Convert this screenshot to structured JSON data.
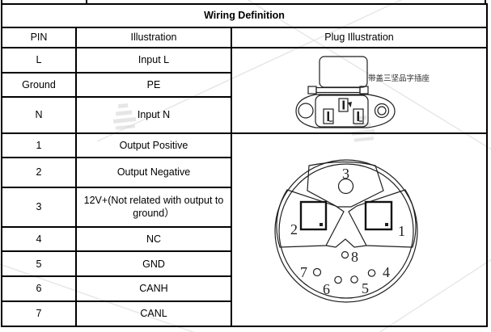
{
  "table": {
    "title": "Wiring Definition",
    "columns": [
      "PIN",
      "Illustration",
      "Plug Illustration"
    ],
    "rows": [
      {
        "pin": "L",
        "illustration": "Input L"
      },
      {
        "pin": "Ground",
        "illustration": "PE"
      },
      {
        "pin": "N",
        "illustration": "Input N"
      },
      {
        "pin": "1",
        "illustration": "Output Positive"
      },
      {
        "pin": "2",
        "illustration": "Output Negative"
      },
      {
        "pin": "3",
        "illustration": "12V+(Not related with output to ground）"
      },
      {
        "pin": "4",
        "illustration": "NC"
      },
      {
        "pin": "5",
        "illustration": "GND"
      },
      {
        "pin": "6",
        "illustration": "CANH"
      },
      {
        "pin": "7",
        "illustration": "CANL"
      }
    ]
  },
  "ac_inlet": {
    "caption": "带盖三坚品字插座"
  },
  "connector": {
    "pin_labels": {
      "p1": "1",
      "p2": "2",
      "p3": "3",
      "p4": "4",
      "p5": "5",
      "p6": "6",
      "p7": "7",
      "p8": "8"
    }
  },
  "colors": {
    "grid_line": "#000000",
    "drawing_line": "#1f1f1f",
    "watermark": "#d9d9d9"
  }
}
